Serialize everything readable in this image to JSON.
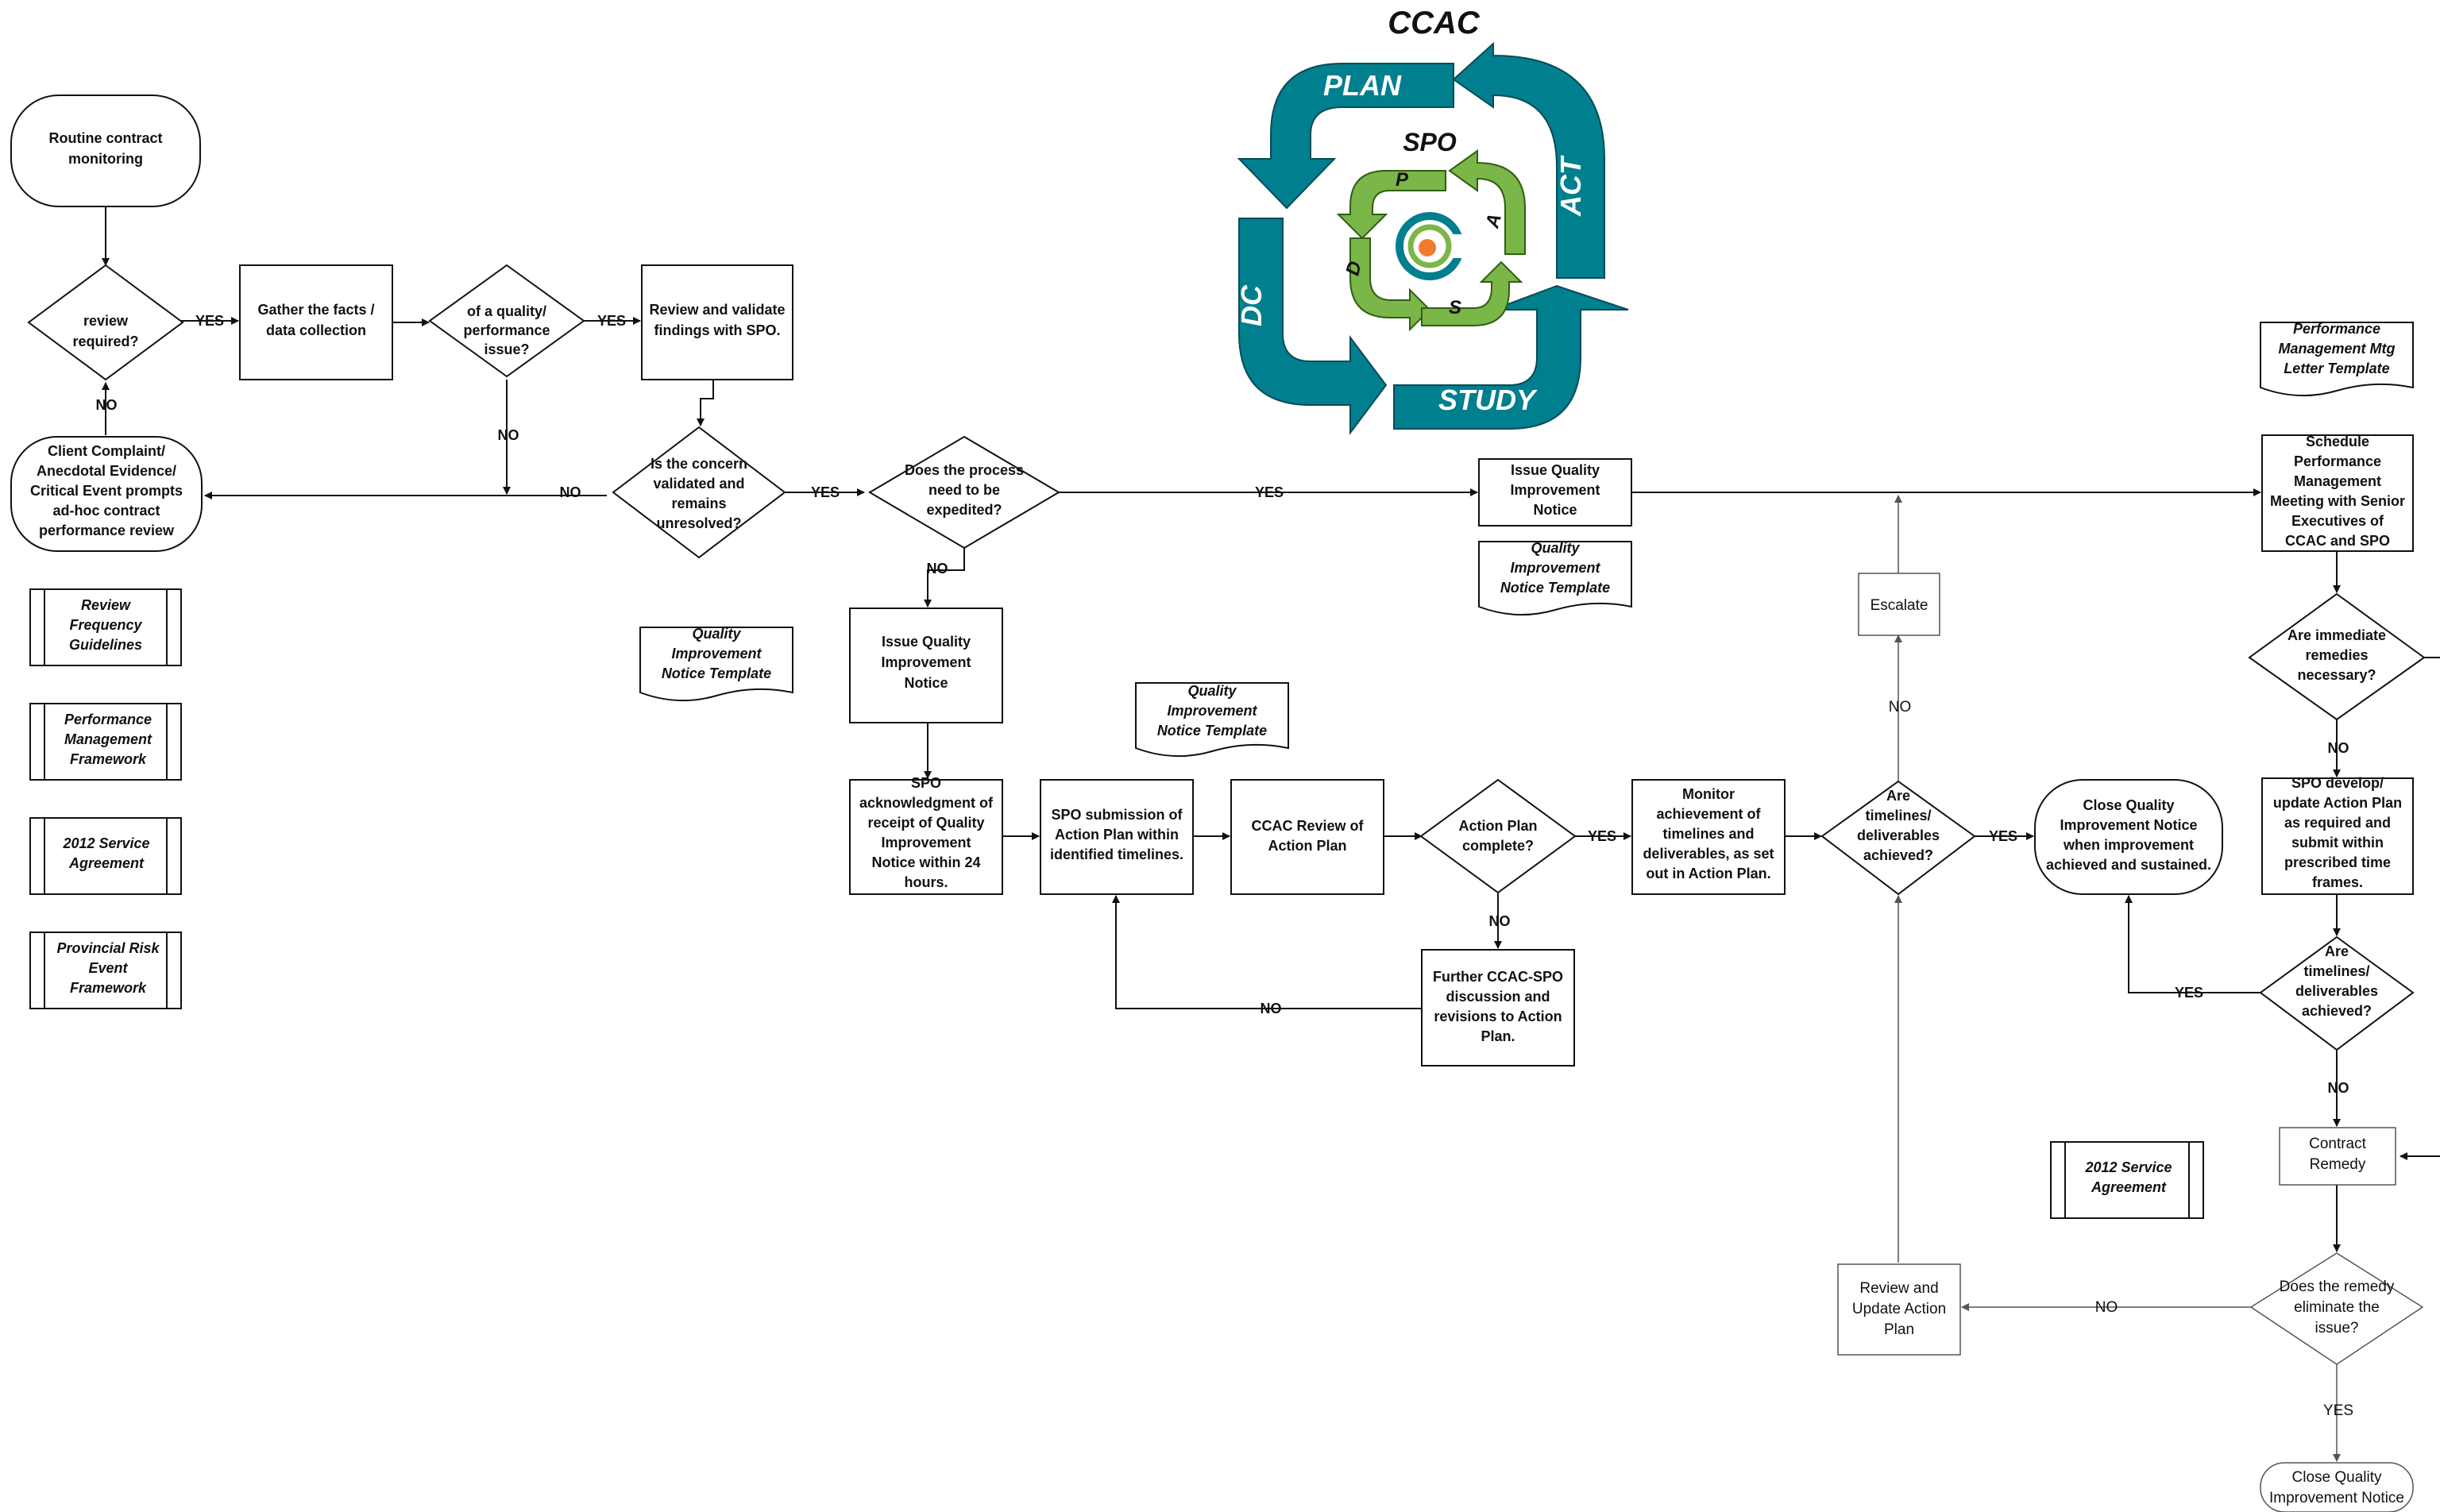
{
  "pdca": {
    "outer_title": "CCAC",
    "inner_title": "SPO",
    "outer_labels": {
      "plan": "PLAN",
      "act": "ACT",
      "do": "DC",
      "study": "STUDY"
    },
    "inner_labels": {
      "p": "P",
      "a": "A",
      "d": "D",
      "s": "S"
    },
    "colors": {
      "outer": "#007f8f",
      "inner": "#7ab648",
      "logo_orange": "#f07b2b"
    }
  },
  "nodes": {
    "routine": [
      "Routine contract",
      "monitoring"
    ],
    "review_required": [
      "review",
      "required?"
    ],
    "gather_facts": [
      "Gather the facts /",
      "data collection"
    ],
    "quality_issue": [
      "of a quality/",
      "performance",
      "issue?"
    ],
    "review_validate": [
      "Review and validate",
      "findings with SPO."
    ],
    "client_complaint": [
      "Client Complaint/",
      "Anecdotal Evidence/",
      "Critical Event prompts",
      "ad-hoc contract",
      "performance review"
    ],
    "concern_validated": [
      "Is the concern",
      "validated and",
      "remains",
      "unresolved?"
    ],
    "expedited": [
      "Does the process",
      "need to be",
      "expedited?"
    ],
    "issue_qin_top": [
      "Issue Quality",
      "Improvement",
      "Notice"
    ],
    "issue_qin_mid": [
      "Issue Quality",
      "Improvement",
      "Notice"
    ],
    "spo_ack": [
      "SPO",
      "acknowledgment of",
      "receipt of Quality",
      "Improvement",
      "Notice within 24",
      "hours."
    ],
    "spo_submission": [
      "SPO submission of",
      "Action Plan within",
      "identified timelines."
    ],
    "ccac_review": [
      "CCAC Review of",
      "Action Plan"
    ],
    "action_complete": [
      "Action Plan",
      "complete?"
    ],
    "further_discussion": [
      "Further CCAC-SPO",
      "discussion and",
      "revisions to Action",
      "Plan."
    ],
    "monitor": [
      "Monitor",
      "achievement of",
      "timelines and",
      "deliverables, as set",
      "out in Action Plan."
    ],
    "timelines_mid": [
      "Are",
      "timelines/",
      "deliverables",
      "achieved?"
    ],
    "close_qin_mid": [
      "Close Quality",
      "Improvement Notice",
      "when improvement",
      "achieved and sustained."
    ],
    "escalate": [
      "Escalate"
    ],
    "review_update": [
      "Review and",
      "Update Action",
      "Plan"
    ],
    "schedule_meeting": [
      "Schedule",
      "Performance",
      "Management",
      "Meeting with Senior",
      "Executives of",
      "CCAC and SPO"
    ],
    "immediate_remedies": [
      "Are immediate",
      "remedies",
      "necessary?"
    ],
    "spo_develop": [
      "SPO develop/",
      "update Action Plan",
      "as required and",
      "submit within",
      "prescribed time",
      "frames."
    ],
    "timelines_right": [
      "Are",
      "timelines/",
      "deliverables",
      "achieved?"
    ],
    "contract_remedy": [
      "Contract",
      "Remedy"
    ],
    "remedy_eliminate": [
      "Does the remedy",
      "eliminate the",
      "issue?"
    ],
    "close_qin_bottom": [
      "Close Quality",
      "Improvement Notice"
    ]
  },
  "documents": {
    "qin_template_1": [
      "Quality",
      "Improvement",
      "Notice Template"
    ],
    "qin_template_2": [
      "Quality",
      "Improvement",
      "Notice Template"
    ],
    "qin_template_3": [
      "Quality",
      "Improvement",
      "Notice Template"
    ],
    "pm_letter_template": [
      "Performance",
      "Management Mtg",
      "Letter Template"
    ]
  },
  "references": {
    "review_frequency": [
      "Review",
      "Frequency",
      "Guidelines"
    ],
    "performance_framework": [
      "Performance",
      "Management",
      "Framework"
    ],
    "service_agreement_left": [
      "2012 Service",
      "Agreement"
    ],
    "provincial_risk": [
      "Provincial Risk",
      "Event",
      "Framework"
    ],
    "service_agreement_right": [
      "2012 Service",
      "Agreement"
    ]
  },
  "edge_labels": {
    "yes": "YES",
    "no": "NO",
    "no_plain": "NO",
    "yes_plain": "YES"
  }
}
